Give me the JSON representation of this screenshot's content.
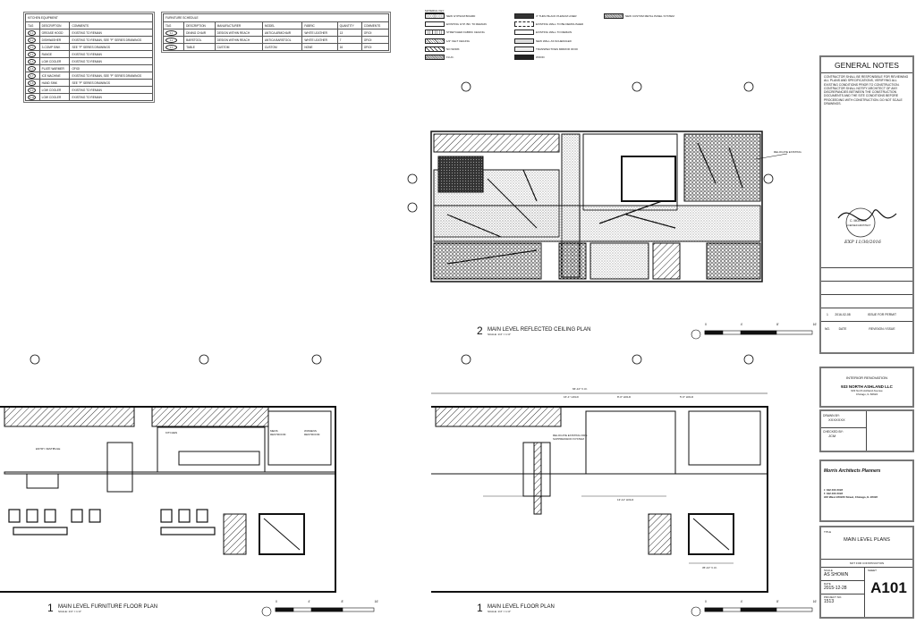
{
  "kitchen_equipment": {
    "title": "KITCHEN EQUIPMENT",
    "headers": [
      "TAG",
      "DESCRIPTION",
      "COMMENTS"
    ],
    "rows": [
      [
        "K-1",
        "GREASE HOOD",
        "EXISTING TO REMAIN"
      ],
      [
        "K-2",
        "DISHWASHER",
        "EXISTING TO REMAIN, SEE \"P\" SERIES DRAWINGS"
      ],
      [
        "K-3",
        "3-COMP SINK",
        "SEE \"P\" SERIES DRAWINGS"
      ],
      [
        "K-4",
        "RANGE",
        "EXISTING TO REMAIN"
      ],
      [
        "K-5",
        "LOW COOLER",
        "EXISTING TO REMAIN"
      ],
      [
        "K-6",
        "PLATE WARMER",
        "OFIOI"
      ],
      [
        "K-7",
        "ICE MACHINE",
        "EXISTING TO REMAIN, SEE \"P\" SERIES DRAWINGS"
      ],
      [
        "K-8",
        "HAND SINK",
        "SEE \"P\" SERIES DRAWINGS"
      ],
      [
        "K-9",
        "LOW COOLER",
        "EXISTING TO REMAIN"
      ],
      [
        "K-10",
        "LOW COOLER",
        "EXISTING TO REMAIN"
      ]
    ]
  },
  "furniture_schedule": {
    "title": "FURNITURE SCHEDULE",
    "headers": [
      "TAG",
      "DESCRIPTION",
      "MANUFACTURER",
      "MODEL",
      "FABRIC",
      "QUANTITY",
      "COMMENTS"
    ],
    "rows": [
      [
        "F-1",
        "DINING CHAIR",
        "DESIGN WITHIN REACH",
        "ANTICA ARMCHAIR",
        "WHITE LEATHER",
        "13",
        "OFIOI"
      ],
      [
        "F-2",
        "BARSTOOL",
        "DESIGN WITHIN REACH",
        "ANTICA BARSTOOL",
        "WHITE LEATHER",
        "7",
        "OFIOI"
      ],
      [
        "F-3",
        "TABLE",
        "CUSTOM",
        "CUSTOM",
        "NONE",
        "16",
        "OFIOI"
      ]
    ]
  },
  "material_key": {
    "title": "MATERIAL KEY",
    "items": [
      {
        "label": "NEW GYPSUM BOARD",
        "pattern": "dots"
      },
      {
        "label": "EXISTING GYP. BD. TO REMAIN",
        "pattern": "sparse"
      },
      {
        "label": "STRETCHED FABRIC CEILING",
        "pattern": "grid"
      },
      {
        "label": "1/2\" FELT CEILING",
        "pattern": "cross"
      },
      {
        "label": "NO WORK",
        "pattern": "diag"
      },
      {
        "label": "FLUC.",
        "pattern": "fine"
      },
      {
        "label": "4\" THRU BLACK PLENUM LINER",
        "pattern": "dark"
      },
      {
        "label": "EXISTING WALL TO BE DEMOLISHED",
        "pattern": "dashed"
      },
      {
        "label": "EXISTING WALL TO REMAIN",
        "pattern": "plain"
      },
      {
        "label": "NEW WALL AS SCHEDULED",
        "pattern": "grey"
      },
      {
        "label": "TRANSPECTIVES MIRROR OFIOI",
        "pattern": "light"
      },
      {
        "label": "WOOD",
        "pattern": "wood"
      },
      {
        "label": "NEW CUSTOM METAL PANEL SYSTEM",
        "pattern": "fine"
      }
    ]
  },
  "plans": {
    "rcp": {
      "number": "2",
      "title": "MAIN LEVEL REFLECTED CEILING PLAN",
      "scale": "SCALE: 1/4\" = 1'-0\"",
      "note": "RELOCATE EXISTING"
    },
    "furniture": {
      "number": "1",
      "title": "MAIN LEVEL FURNITURE FLOOR PLAN",
      "scale": "SCALE: 1/4\" = 1'-0\"",
      "rooms": [
        "ENTRY VESTIBULE",
        "KITCHEN",
        "MENS RESTROOM",
        "WOMENS RESTROOM"
      ]
    },
    "floor": {
      "number": "1",
      "title": "MAIN LEVEL FLOOR PLAN",
      "scale": "SCALE: 1/4\" = 1'-0\"",
      "dims": [
        "66'-10\" V.I.F.",
        "16'-1\" HOLD",
        "8'-0\" HOLD",
        "5'-6\" HOLD",
        "13'-11\" HOLD",
        "35'-10\" V.I.F."
      ],
      "note": "RELOCATE EXISTING FIRE SUPPRESSION SYSTEM"
    }
  },
  "scale_bar": {
    "ticks": [
      "0",
      "4'",
      "8'",
      "16'"
    ]
  },
  "title_block": {
    "general_notes_title": "GENERAL NOTES",
    "general_notes": "CONTRACTOR SHALL BE RESPONSIBLE FOR REVIEWING ALL PLANS AND SPECIFICATIONS, VERIFYING ALL EXISTING CONDITIONS PRIOR TO CONSTRUCTION. CONTRACTOR SHALL NOTIFY ARCHITECT OF ANY DISCREPANCIES BETWEEN THE CONSTRUCTION DOCUMENTS AND THE SITE CONDITIONS BEFORE PROCEEDING WITH CONSTRUCTION. DO NOT SCALE DRAWINGS.",
    "stamp": {
      "name": "C. MORRIS",
      "license": "LICENSED ARCHITECT",
      "date": "EXP 11/30/2016"
    },
    "revisions": {
      "headers": [
        "NO.",
        "DATE",
        "REVISION / ISSUE"
      ],
      "rows": [
        [
          "1",
          "2016-02-08",
          "ISSUE FOR PERMIT"
        ]
      ]
    },
    "project": {
      "title": "INTERIOR RENOVATION",
      "client": "933 NORTH ASHLAND LLC",
      "address1": "933 North Ashland Avenue",
      "address2": "Chicago, IL 60622"
    },
    "drawn_by_label": "DRAWN BY:",
    "drawn_by": "XXXXXXX",
    "checked_by_label": "CHECKED BY:",
    "checked_by": "JCM",
    "firm": {
      "name": "Morris Architects Planners",
      "phone": "t: 312 ### ####",
      "fax": "f: 312 ### ####",
      "address": "### West ###### Street, Chicago, IL #####"
    },
    "sheet_title_label": "TITLE",
    "sheet_title": "MAIN LEVEL PLANS",
    "not_for_construction": "NOT FOR CONSTRUCTION",
    "scale_label": "SCALE",
    "scale": "AS SHOWN",
    "sheet_label": "SHEET",
    "sheet": "A101",
    "date_label": "DATE",
    "date": "2015-12-28",
    "project_no_label": "PROJECT NO.",
    "project_no": "1513"
  }
}
